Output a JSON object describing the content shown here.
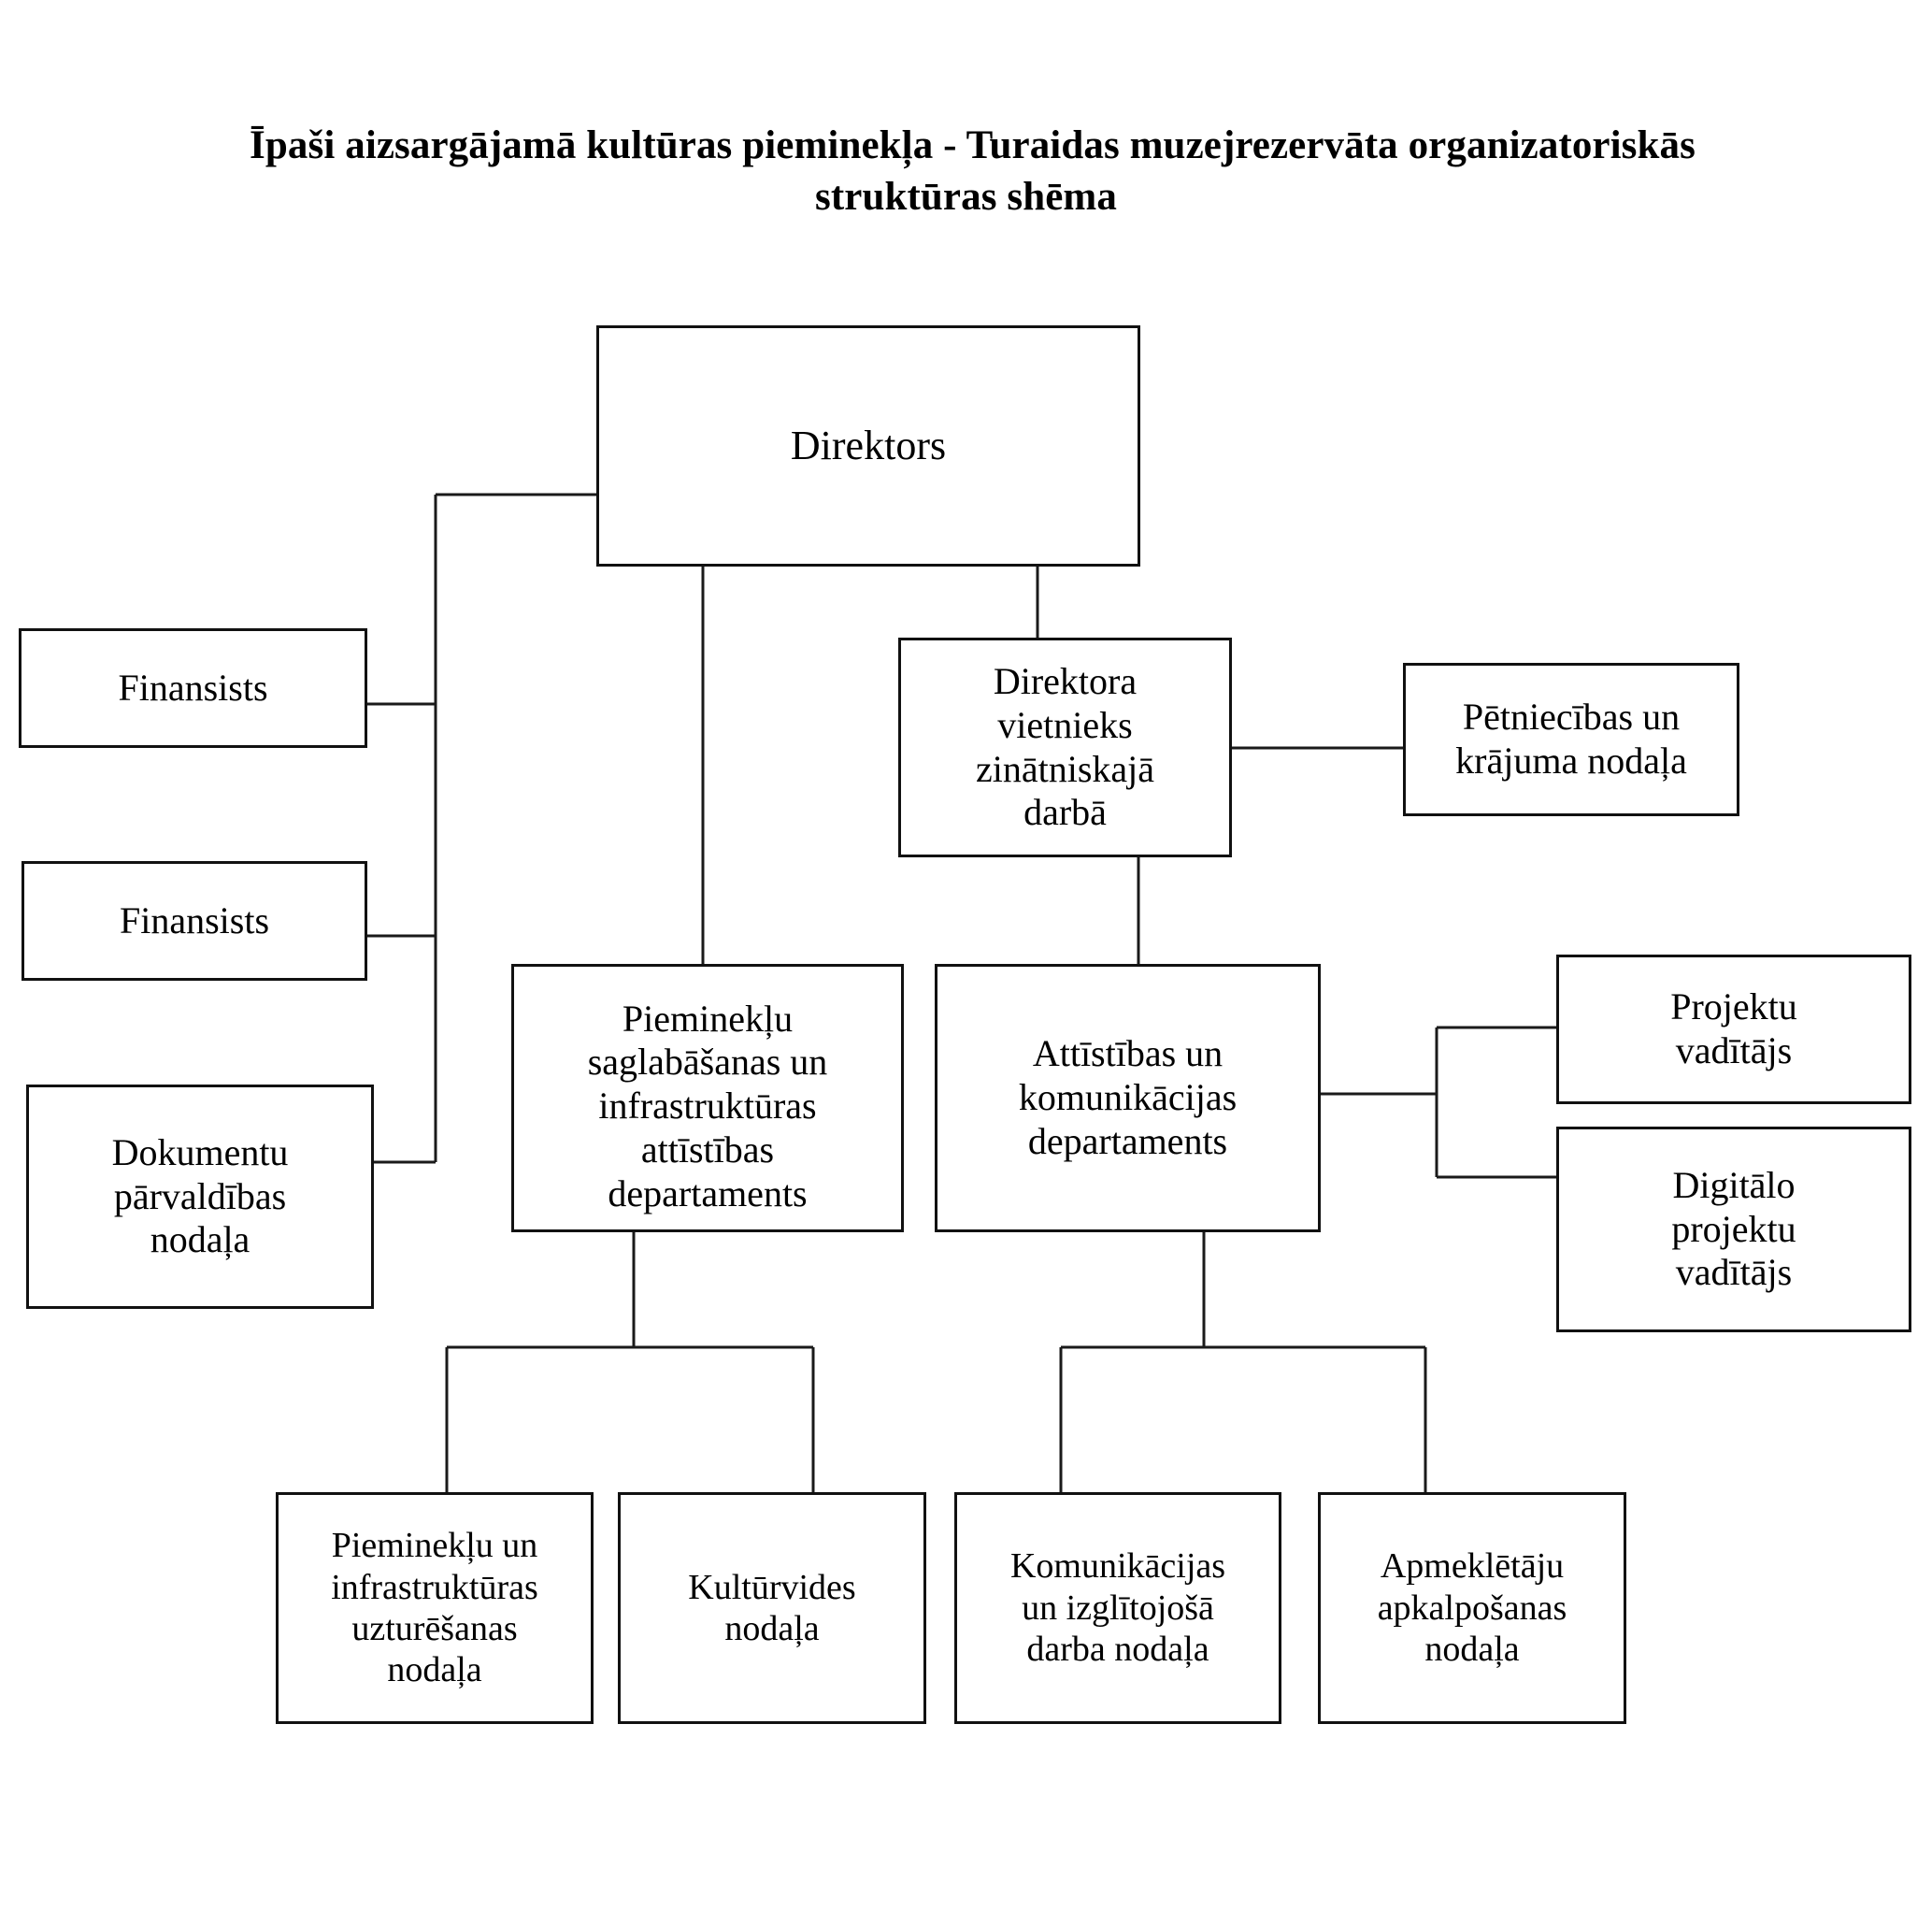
{
  "title": {
    "line1": "Īpaši aizsargājamā kultūras pieminekļa - Turaidas muzejrezervāta organizatoriskās",
    "line2": "struktūras shēma"
  },
  "chart_data": {
    "type": "diagram",
    "diagram_kind": "organizational-chart",
    "title": "Īpaši aizsargājamā kultūras pieminekļa - Turaidas muzejrezervāta organizatoriskās struktūras shēma",
    "language": "lv",
    "nodes": [
      {
        "id": "direktors",
        "label": "Direktors",
        "level": 0
      },
      {
        "id": "finansists-1",
        "label": "Finansists",
        "level": 1
      },
      {
        "id": "finansists-2",
        "label": "Finansists",
        "level": 1
      },
      {
        "id": "dokumentu",
        "label": "Dokumentu\npārvaldības\nnodaļa",
        "level": 1
      },
      {
        "id": "vietnieks",
        "label": "Direktora\nvietnieks\nzinātniskajā\ndarbā",
        "level": 1
      },
      {
        "id": "petniecibas",
        "label": "Pētniecības un\nkrājuma nodaļa",
        "level": 2
      },
      {
        "id": "pieminek-dept",
        "label": "Pieminekļu\nsaglabāšanas un\ninfrastruktūras\nattīstības\ndepartaments",
        "level": 2
      },
      {
        "id": "attistibas-dept",
        "label": "Attīstības un\nkomunikācijas\ndepartaments",
        "level": 2
      },
      {
        "id": "projektu-vad",
        "label": "Projektu\nvadītājs",
        "level": 3
      },
      {
        "id": "digitalo-vad",
        "label": "Digitālo\nprojektu\nvadītājs",
        "level": 3
      },
      {
        "id": "uzturesanas",
        "label": "Pieminekļu un\ninfrastruktūras\nuzturēšanas\nnodaļa",
        "level": 3
      },
      {
        "id": "kulturvides",
        "label": "Kultūrvides\nnodaļa",
        "level": 3
      },
      {
        "id": "komunikacijas",
        "label": "Komunikācijas\nun izglītojošā\ndarba nodaļa",
        "level": 3
      },
      {
        "id": "apmekletaju",
        "label": "Apmeklētāju\napkalpošanas\nnodaļa",
        "level": 3
      }
    ],
    "edges": [
      {
        "from": "direktors",
        "to": "finansists-1"
      },
      {
        "from": "direktors",
        "to": "finansists-2"
      },
      {
        "from": "direktors",
        "to": "dokumentu"
      },
      {
        "from": "direktors",
        "to": "vietnieks"
      },
      {
        "from": "direktors",
        "to": "pieminek-dept"
      },
      {
        "from": "vietnieks",
        "to": "petniecibas"
      },
      {
        "from": "vietnieks",
        "to": "attistibas-dept"
      },
      {
        "from": "attistibas-dept",
        "to": "projektu-vad"
      },
      {
        "from": "attistibas-dept",
        "to": "digitalo-vad"
      },
      {
        "from": "pieminek-dept",
        "to": "uzturesanas"
      },
      {
        "from": "pieminek-dept",
        "to": "kulturvides"
      },
      {
        "from": "attistibas-dept",
        "to": "komunikacijas"
      },
      {
        "from": "attistibas-dept",
        "to": "apmekletaju"
      }
    ],
    "style": {
      "box_fill": "#ffffff",
      "box_stroke": "#111111",
      "line_color": "#1a1a1a",
      "background": "#ffffff"
    }
  }
}
